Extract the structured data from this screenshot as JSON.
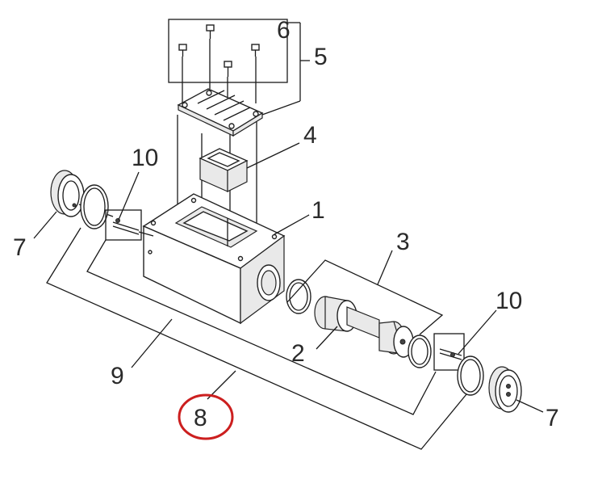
{
  "diagram": {
    "callouts": [
      {
        "id": "1",
        "label": "1"
      },
      {
        "id": "2",
        "label": "2"
      },
      {
        "id": "3",
        "label": "3"
      },
      {
        "id": "4",
        "label": "4"
      },
      {
        "id": "5",
        "label": "5"
      },
      {
        "id": "6",
        "label": "6"
      },
      {
        "id": "7a",
        "label": "7"
      },
      {
        "id": "7b",
        "label": "7"
      },
      {
        "id": "8",
        "label": "8"
      },
      {
        "id": "9",
        "label": "9"
      },
      {
        "id": "10a",
        "label": "10"
      },
      {
        "id": "10b",
        "label": "10"
      }
    ],
    "highlight": {
      "target": "8",
      "color": "#cc1f1f"
    }
  }
}
